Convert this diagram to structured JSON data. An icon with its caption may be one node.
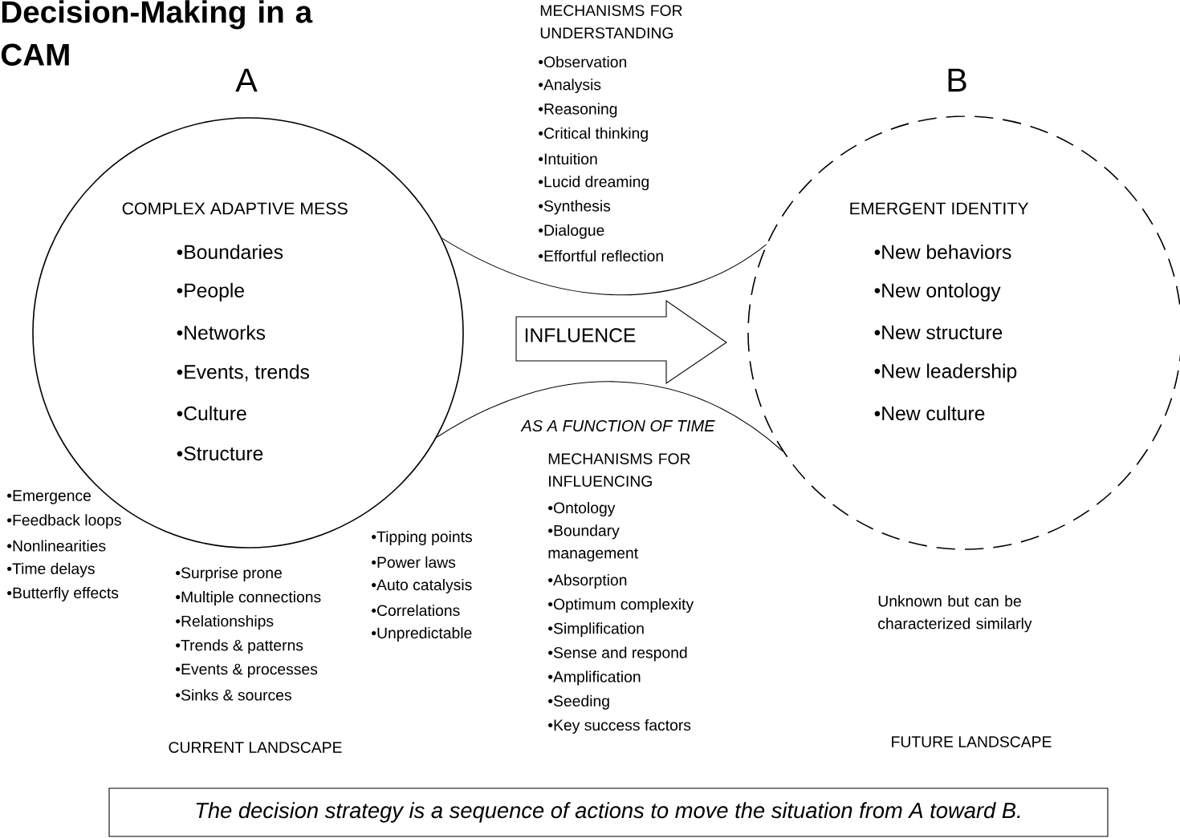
{
  "diagram": {
    "title": "Decision-Making in a CAM",
    "nodes": [
      {
        "text": [
          "A",
          "COMPLEX ADAPTIVE MESS",
          "•Boundaries",
          "•People",
          "•Networks",
          "•Events, trends",
          "•Culture",
          "•Structure"
        ]
      },
      {
        "text": [
          "B",
          "EMERGENT IDENTITY",
          "•New behaviors",
          "•New ontology",
          "•New structure",
          "•New leadership",
          "•New culture"
        ]
      },
      {
        "text": [
          "INFLUENCE"
        ]
      },
      {
        "text": [
          "The decision strategy is a sequence of actions to move the situation from A toward B."
        ]
      }
    ],
    "edges": [
      {
        "from": 0,
        "to": 1,
        "arrow": "none"
      },
      {
        "from": 0,
        "to": 1,
        "arrow": "none",
        "label": "AS A FUNCTION OF TIME"
      }
    ],
    "labels": [
      "MECHANISMS FOR UNDERSTANDING",
      "•Observation",
      "•Analysis",
      "•Reasoning",
      "•Critical thinking",
      "•Intuition",
      "•Lucid dreaming",
      "•Synthesis",
      "•Dialogue",
      "•Effortful reflection",
      "•Emergence",
      "•Feedback loops",
      "•Nonlinearities",
      "•Time delays",
      "•Butterfly effects",
      "•Surprise prone",
      "•Multiple connections",
      "•Relationships",
      "•Trends & patterns",
      "•Events & processes",
      "•Sinks & sources",
      "•Tipping points",
      "•Power laws",
      "•Auto catalysis",
      "•Correlations",
      "•Unpredictable",
      "MECHANISMS FOR INFLUENCING",
      "•Ontology",
      "•Boundary management",
      "•Absorption",
      "•Optimum complexity",
      "•Simplification",
      "•Sense and respond",
      "•Amplification",
      "•Seeding",
      "•Key success factors",
      "Unknown but can be characterized similarly",
      "CURRENT LANDSCAPE",
      "FUTURE LANDSCAPE"
    ]
  }
}
